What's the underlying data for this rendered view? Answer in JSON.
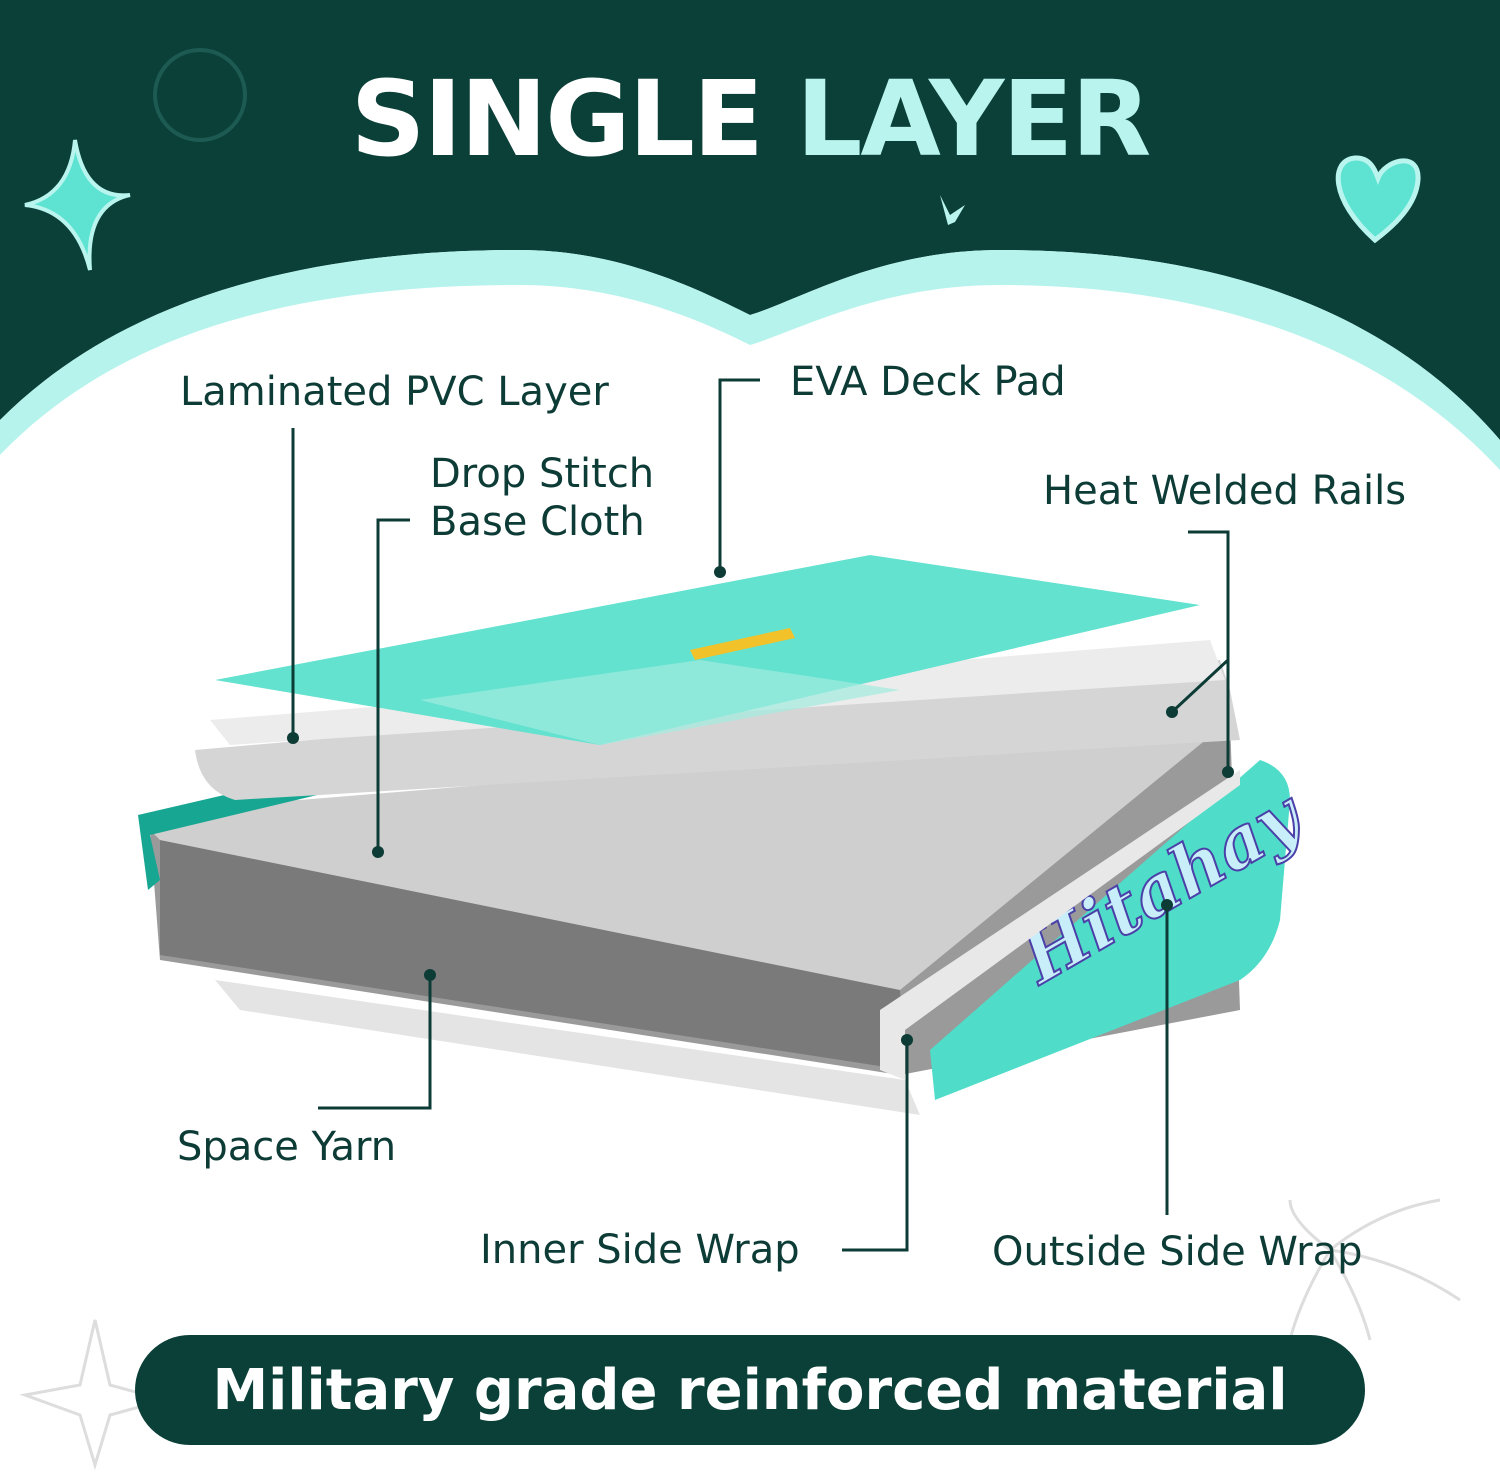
{
  "title": {
    "part1": "SINGLE",
    "part2": "LAYER"
  },
  "labels": {
    "laminated_pvc": "Laminated PVC Layer",
    "eva_deck": "EVA Deck Pad",
    "drop_stitch_1": "Drop Stitch",
    "drop_stitch_2": "Base Cloth",
    "heat_welded": "Heat Welded Rails",
    "space_yarn": "Space Yarn",
    "inner_wrap": "Inner Side Wrap",
    "outside_wrap": "Outside Side Wrap"
  },
  "brand": "Hitahay",
  "banner": "Military grade reinforced material",
  "colors": {
    "dark": "#0b4039",
    "teal": "#5ee3d2",
    "light_teal": "#b9f5ee",
    "text": "#0d3b36"
  }
}
